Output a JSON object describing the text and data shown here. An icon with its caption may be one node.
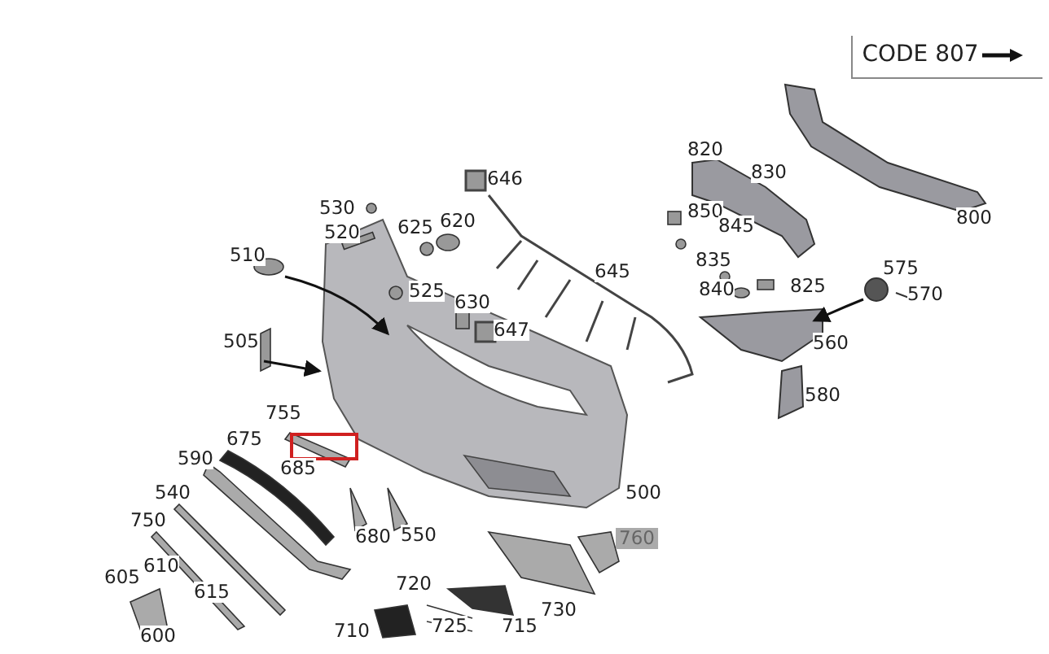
{
  "diagram": {
    "labels": [
      "CODE 807",
      "646",
      "820",
      "830",
      "530",
      "520",
      "625",
      "620",
      "850",
      "845",
      "800",
      "510",
      "645",
      "835",
      "575",
      "525",
      "630",
      "840",
      "825",
      "570",
      "505",
      "647",
      "560",
      "580",
      "755",
      "675",
      "590",
      "685",
      "540",
      "500",
      "750",
      "680",
      "550",
      "760",
      "605",
      "610",
      "615",
      "720",
      "730",
      "600",
      "710",
      "725",
      "715"
    ]
  }
}
